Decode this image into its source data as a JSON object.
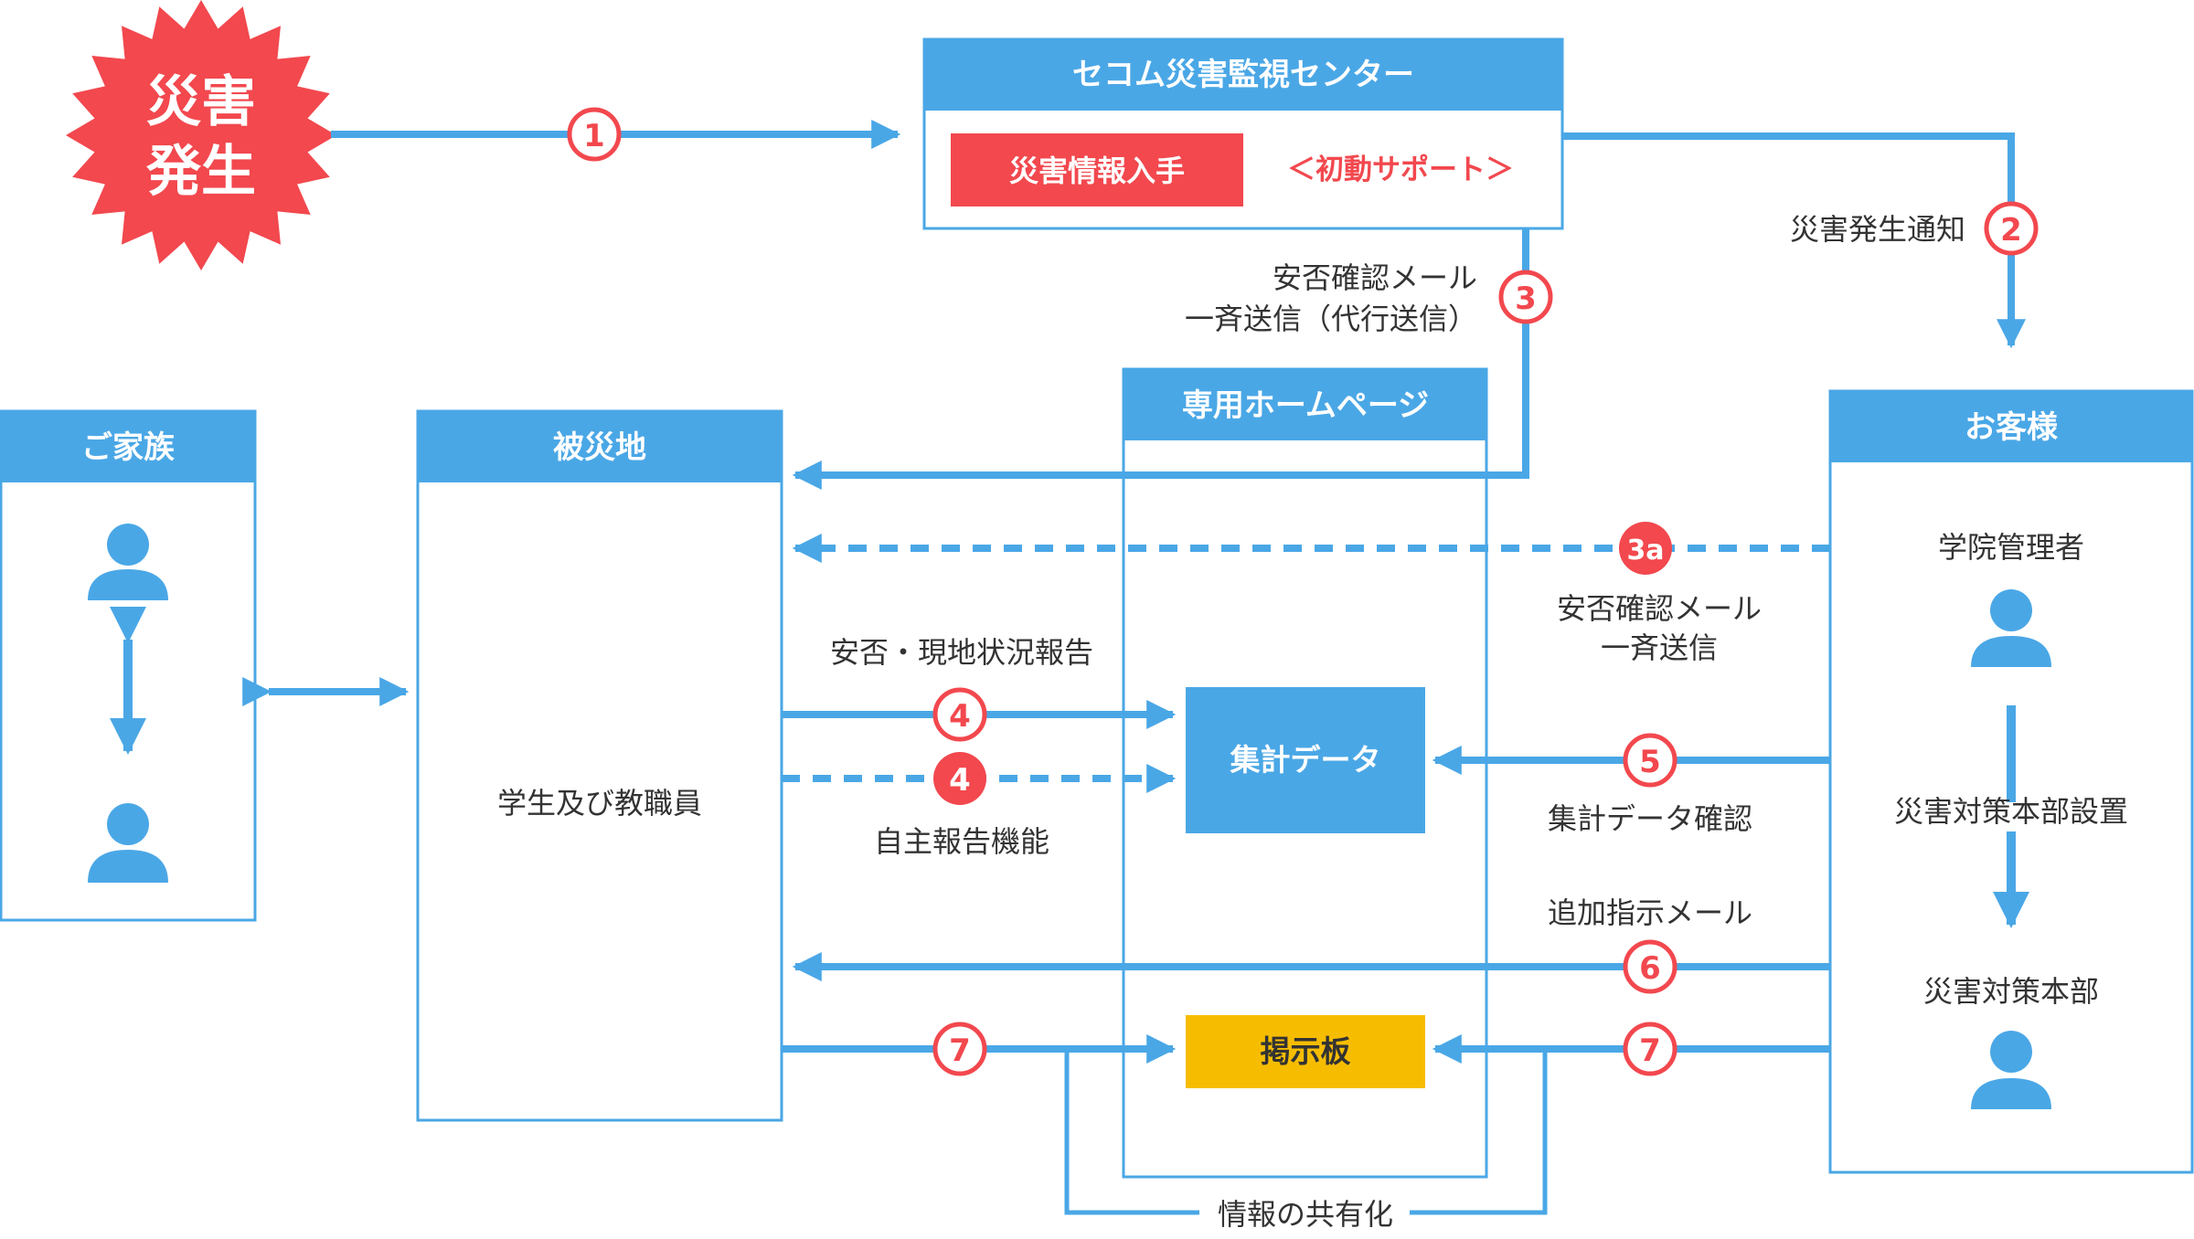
{
  "colors": {
    "blue": "#4aa7e6",
    "red": "#f2484e",
    "yellow": "#f6bd00",
    "text": "#333333",
    "white": "#ffffff"
  },
  "burst": {
    "line1": "災害",
    "line2": "発生"
  },
  "center": {
    "title": "セコム災害監視センター",
    "info_label": "災害情報入手",
    "support_label": "＜初動サポート＞"
  },
  "family": {
    "title": "ご家族",
    "icons": [
      "person-icon",
      "person-icon"
    ]
  },
  "disaster_area": {
    "title": "被災地",
    "body": "学生及び教職員"
  },
  "homepage": {
    "title": "専用ホームページ",
    "aggregate_label": "集計データ",
    "board_label": "掲示板"
  },
  "customer": {
    "title": "お客様",
    "manager": "学院管理者",
    "setup": "災害対策本部設置",
    "hq": "災害対策本部"
  },
  "steps": {
    "s1": "1",
    "s2": "2",
    "s3": "3",
    "s3a": "3a",
    "s4": "4",
    "s4b": "4",
    "s5": "5",
    "s6": "6",
    "s7a": "7",
    "s7b": "7"
  },
  "labels": {
    "notify": "災害発生通知",
    "safety_mail_line1": "安否確認メール",
    "safety_mail_line2": "一斉送信（代行送信）",
    "broadcast_line1": "安否確認メール",
    "broadcast_line2": "一斉送信",
    "report": "安否・現地状況報告",
    "self_report": "自主報告機能",
    "aggregate_check": "集計データ確認",
    "extra_mail": "追加指示メール",
    "share": "情報の共有化"
  }
}
